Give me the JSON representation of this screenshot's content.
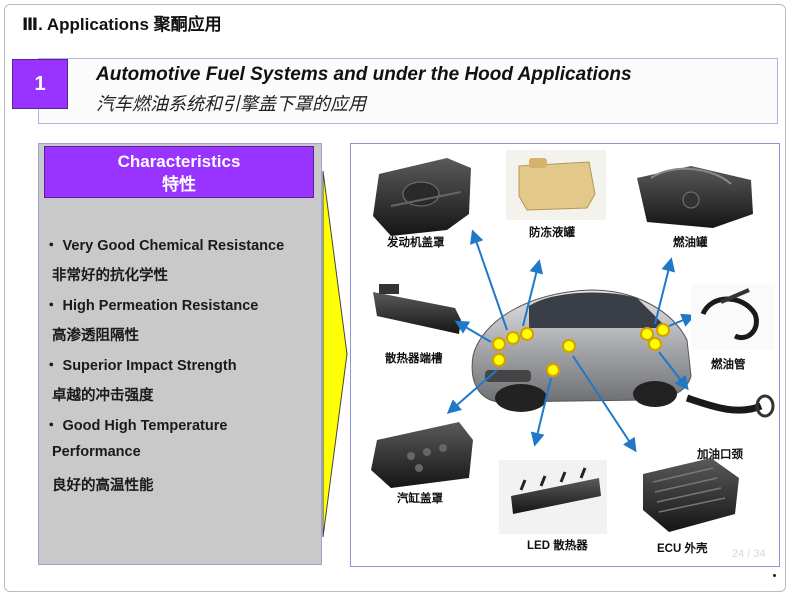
{
  "page": {
    "title": "Ⅲ. Applications 聚酮应用",
    "page_number": "24 / 34"
  },
  "section": {
    "number": "1",
    "title_en": "Automotive Fuel Systems and under the Hood Applications",
    "title_cn": "汽车燃油系统和引擎盖下罩的应用"
  },
  "characteristics": {
    "header_en": "Characteristics",
    "header_cn": "特性",
    "lines": [
      "・ Very Good Chemical Resistance",
      "非常好的抗化学性",
      "・ High Permeation Resistance",
      "高渗透阻隔性",
      "・ Superior Impact Strength",
      "卓越的冲击强度",
      "・ Good High Temperature",
      "Performance",
      "良好的高温性能"
    ]
  },
  "parts": {
    "engine_cover": "发动机盖罩",
    "coolant_tank": "防冻液罐",
    "fuel_tank": "燃油罐",
    "radiator_tank": "散热器端槽",
    "fuel_line": "燃油管",
    "filler_neck": "加油口颈",
    "cylinder_cover": "汽缸盖罩",
    "led_heatsink": "LED 散热器",
    "ecu_housing": "ECU 外壳"
  },
  "colors": {
    "accent_purple": "#9933ff",
    "panel_gray": "#c9c9c9",
    "arrow_yellow": "#ffff00",
    "pointer_blue": "#1f78c8"
  }
}
